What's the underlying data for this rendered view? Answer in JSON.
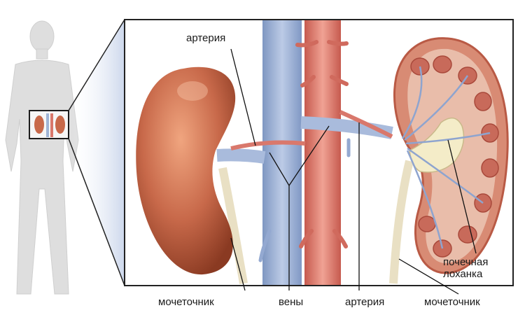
{
  "labels": {
    "artery_top": "артерия",
    "ureter_left": "мочеточник",
    "veins": "вены",
    "artery_bottom": "артерия",
    "ureter_right": "мочеточник",
    "renal_pelvis_line1": "почечная",
    "renal_pelvis_line2": "лоханка"
  },
  "colors": {
    "vein": "#9fb4d6",
    "artery": "#d9786c",
    "kidney": "#c8694a",
    "ureter": "#e9e0c4",
    "body": "#dcdcdc",
    "frame": "#222222"
  }
}
